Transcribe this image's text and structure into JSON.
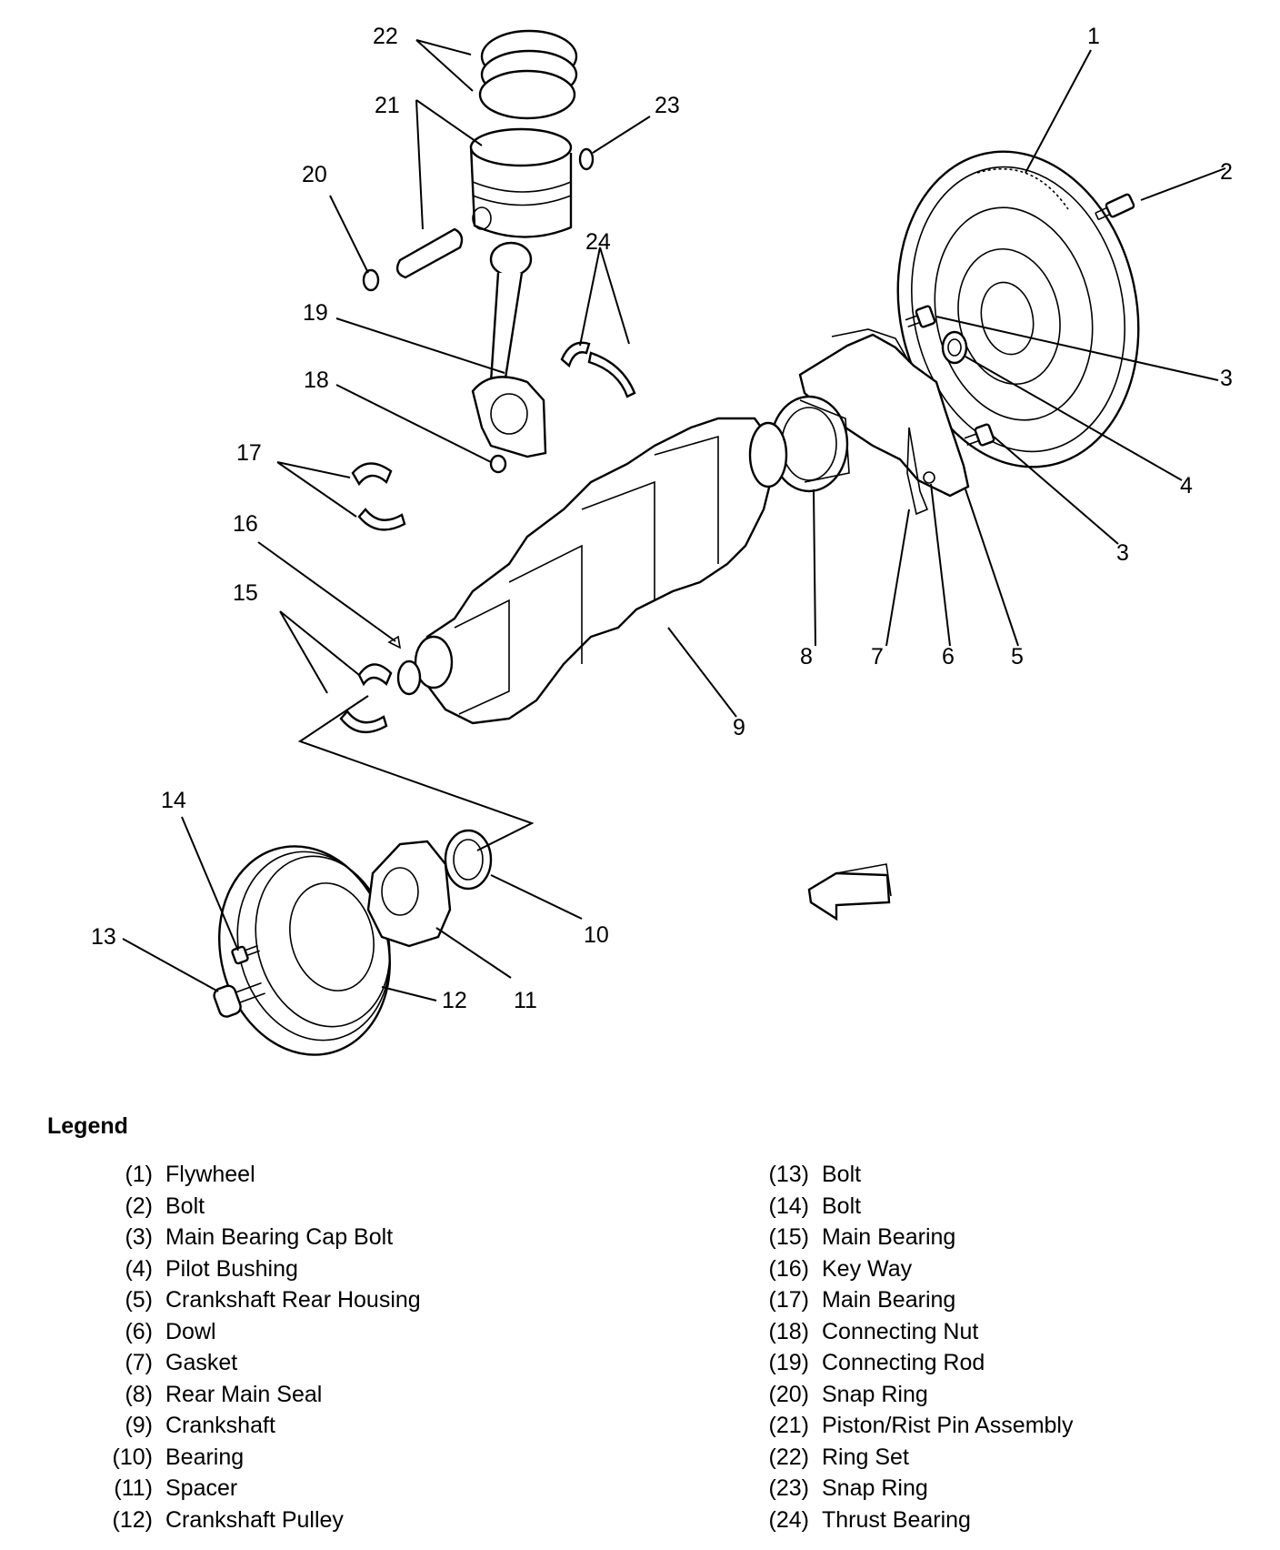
{
  "callouts": [
    "1",
    "2",
    "3",
    "3",
    "4",
    "5",
    "6",
    "7",
    "8",
    "9",
    "10",
    "11",
    "12",
    "13",
    "14",
    "15",
    "16",
    "17",
    "18",
    "19",
    "20",
    "21",
    "22",
    "23",
    "24"
  ],
  "legend": {
    "title": "Legend",
    "left": [
      {
        "num": "(1)",
        "label": "Flywheel"
      },
      {
        "num": "(2)",
        "label": "Bolt"
      },
      {
        "num": "(3)",
        "label": "Main Bearing Cap Bolt"
      },
      {
        "num": "(4)",
        "label": "Pilot Bushing"
      },
      {
        "num": "(5)",
        "label": "Crankshaft Rear Housing"
      },
      {
        "num": "(6)",
        "label": "Dowl"
      },
      {
        "num": "(7)",
        "label": "Gasket"
      },
      {
        "num": "(8)",
        "label": "Rear Main Seal"
      },
      {
        "num": "(9)",
        "label": "Crankshaft"
      },
      {
        "num": "(10)",
        "label": "Bearing"
      },
      {
        "num": "(11)",
        "label": "Spacer"
      },
      {
        "num": "(12)",
        "label": "Crankshaft Pulley"
      }
    ],
    "right": [
      {
        "num": "(13)",
        "label": "Bolt"
      },
      {
        "num": "(14)",
        "label": "Bolt"
      },
      {
        "num": "(15)",
        "label": "Main Bearing"
      },
      {
        "num": "(16)",
        "label": "Key Way"
      },
      {
        "num": "(17)",
        "label": "Main Bearing"
      },
      {
        "num": "(18)",
        "label": "Connecting Nut"
      },
      {
        "num": "(19)",
        "label": "Connecting Rod"
      },
      {
        "num": "(20)",
        "label": "Snap Ring"
      },
      {
        "num": "(21)",
        "label": "Piston/Rist Pin Assembly"
      },
      {
        "num": "(22)",
        "label": "Ring Set"
      },
      {
        "num": "(23)",
        "label": "Snap Ring"
      },
      {
        "num": "(24)",
        "label": "Thrust Bearing"
      }
    ]
  }
}
